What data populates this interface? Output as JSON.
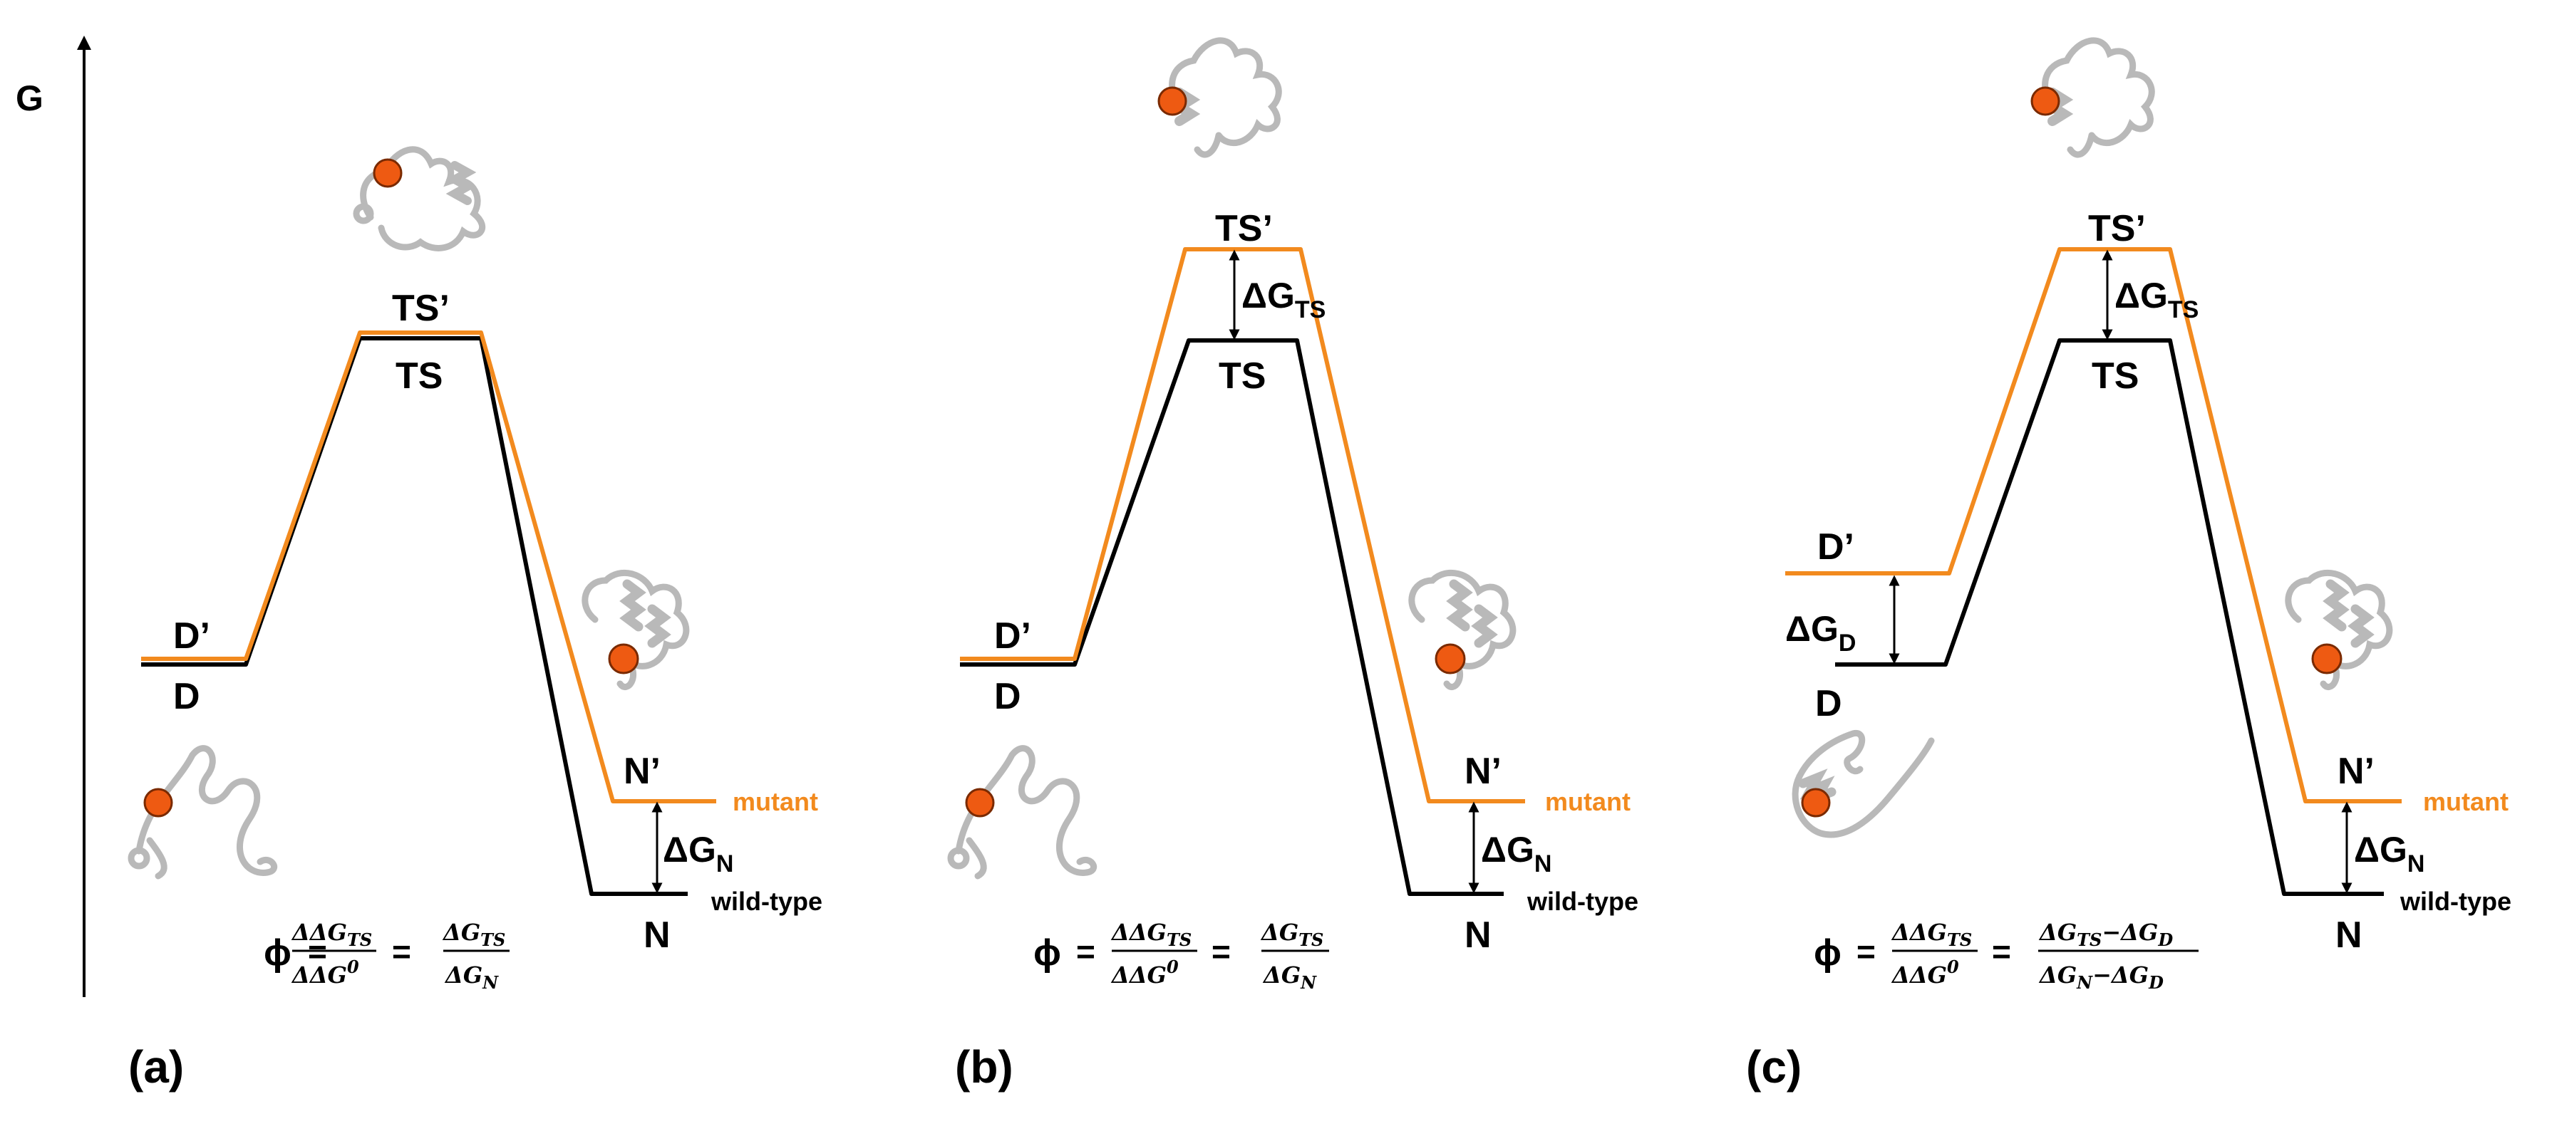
{
  "colors": {
    "wild_type": "#000000",
    "mutant": "#f28a1e",
    "residue": "#ee5a12",
    "protein": "#b9b9b9"
  },
  "icons": [
    "unfolded-protein-icon",
    "transition-state-protein-icon",
    "native-protein-icon",
    "mutated-residue-icon"
  ],
  "axis": {
    "y_label": "G"
  },
  "states": {
    "D_mut": "D’",
    "D": "D",
    "TS_mut": "TS’",
    "TS": "TS",
    "N_mut": "N’",
    "N": "N"
  },
  "curve_labels": {
    "mutant": "mutant",
    "wild_type": "wild-type"
  },
  "delta": {
    "prefix": "ΔG",
    "N": "N",
    "TS": "TS",
    "D": "D"
  },
  "formula": {
    "phi": "ϕ",
    "equals": "=",
    "numerator": "ΔΔG",
    "numerator_sub": "TS",
    "denominator": "ΔΔG",
    "denominator_sup": "0",
    "dg": "ΔG",
    "sub_TS": "TS",
    "sub_N": "N",
    "sub_D": "D",
    "minus": "−"
  },
  "panels": [
    {
      "id": "a",
      "label": "(a)"
    },
    {
      "id": "b",
      "label": "(b)"
    },
    {
      "id": "c",
      "label": "(c)"
    }
  ]
}
